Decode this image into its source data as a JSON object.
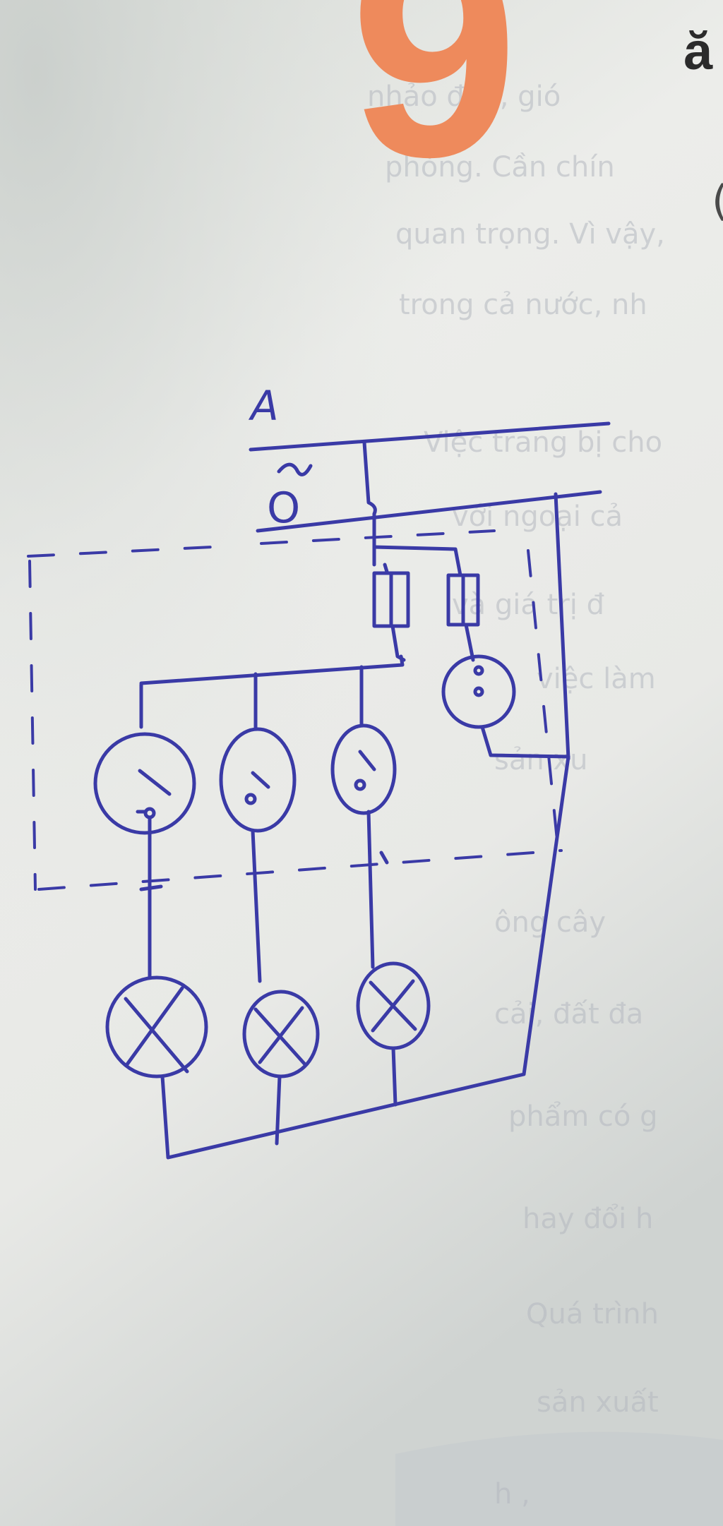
{
  "page": {
    "chapter_numeral": "9",
    "header_fragment": "ă",
    "bleed_through_lines": [
      "nhảo đến, gió",
      "phòng. Cần chín",
      "quan trọng. Vì vậy,",
      "trong cả nước, nh",
      "Việc trang bị cho",
      "với ngoại cả",
      "và giá trị đ",
      "việc làm",
      "sản xu",
      "ông cây",
      "cải, đất đa",
      "phẩm có g",
      "hay đổi h",
      "Quá trình",
      "sản xuất",
      "h  ,"
    ]
  },
  "diagram": {
    "labels": {
      "phase": "A",
      "neutral": "O"
    },
    "components": {
      "fuses": [
        "fuse",
        "fuse"
      ],
      "socket": "socket",
      "switches": [
        "switch",
        "switch",
        "switch"
      ],
      "lamps": [
        "lamp",
        "lamp",
        "lamp"
      ]
    },
    "ink_color": "#3a3aa6",
    "accent_color": "#ee8a5c"
  }
}
